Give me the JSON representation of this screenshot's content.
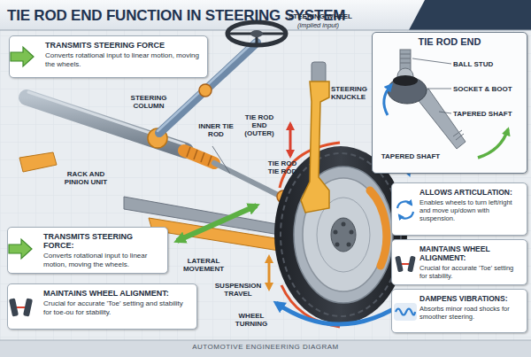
{
  "diagram": {
    "title": "TIE ROD END FUNCTION IN STEERING SYSTEM",
    "caption": "AUTOMOTIVE ENGINEERING DIAGRAM",
    "nodes": [
      {
        "text": [
          "TRANSMITS STEERING FORCE",
          "Converts rotational input to linear motion, moving the wheels."
        ]
      },
      {
        "text": [
          "TRANSMITS STEERING FORCE:",
          "Converts rotational input to linear motion, moving the wheels."
        ]
      },
      {
        "text": [
          "MAINTAINS WHEEL ALIGNMENT:",
          "Crucial for accurate 'Toe' setting and stability for toe-ou for stability."
        ]
      },
      {
        "text": [
          "TIE ROD END"
        ]
      },
      {
        "text": [
          "ALLOWS ARTICULATION:",
          "Enables wheels to turn left/right and move up/down with suspension."
        ]
      },
      {
        "text": [
          "MAINTAINS WHEEL ALIGNMENT:",
          "Crucial for accurate 'Toe' setting for stability."
        ]
      },
      {
        "text": [
          "DAMPENS VIBRATIONS:",
          "Absorbs minor road shocks for smoother steering."
        ]
      }
    ],
    "labels": [
      "STEERING WHEEL",
      "(implied input)",
      "STEERING COLUMN",
      "TIE ROD END (OUTER)",
      "STEERING KNUCKLE",
      "INNER TIE ROD",
      "RACK AND PINION UNIT",
      "TIE ROD TIE ROD",
      "LATERAL MOVEMENT",
      "SUSPENSION TRAVEL",
      "WHEEL TURNING",
      "BALL STUD",
      "SOCKET & BOOT",
      "TAPERED SHAFT",
      "TAPERED SHAFT"
    ]
  }
}
